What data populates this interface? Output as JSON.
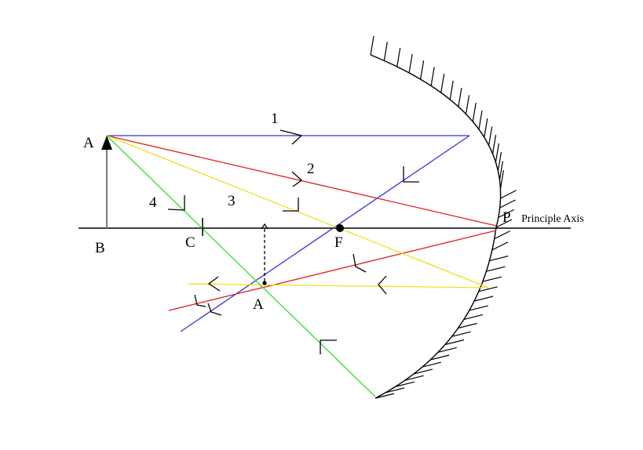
{
  "labels": {
    "object_tip": "A",
    "object_base": "B",
    "center_of_curvature": "C",
    "focus": "F",
    "pole": "P",
    "image_tip": "A",
    "axis": "Principle Axis",
    "ray1": "1",
    "ray2": "2",
    "ray3": "3",
    "ray4": "4"
  },
  "colors": {
    "ray1": "#3030e0",
    "ray2": "#e02020",
    "ray3": "#f0e020",
    "ray4": "#30e030",
    "axis": "#000000",
    "object": "#7a7a7a",
    "mirror": "#000000"
  }
}
